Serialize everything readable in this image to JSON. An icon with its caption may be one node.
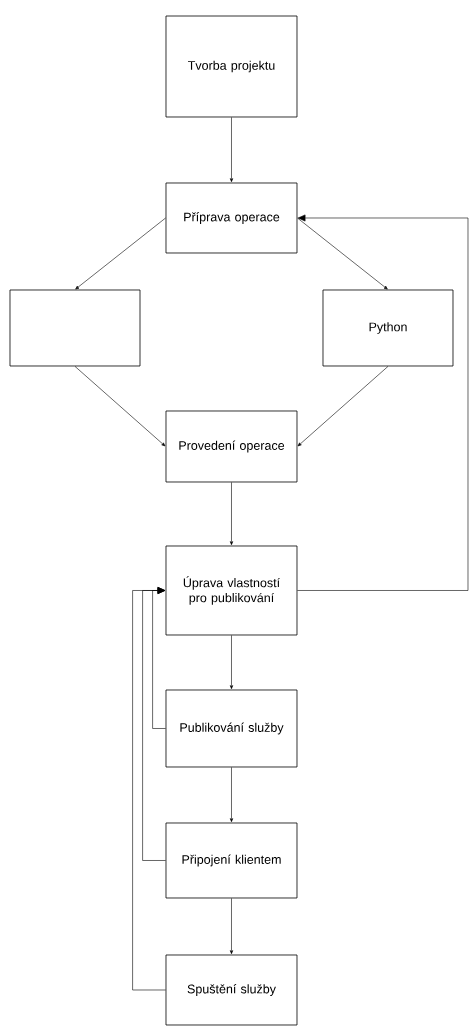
{
  "diagram": {
    "nodes": [
      {
        "text": [
          "Tvorba projektu"
        ]
      },
      {
        "text": [
          "Příprava operace"
        ]
      },
      {
        "text": [],
        "shape": "box"
      },
      {
        "text": [
          "Python"
        ]
      },
      {
        "text": [
          "Provedení operace"
        ]
      },
      {
        "text": [
          "Úprava vlastností pro publikování"
        ]
      },
      {
        "text": [
          "Publikování služby"
        ]
      },
      {
        "text": [
          "Připojení klientem"
        ]
      },
      {
        "text": [
          "Spuštění služby"
        ]
      }
    ],
    "edges": [
      {
        "from": 0,
        "to": 1,
        "arrow": "to"
      },
      {
        "from": 1,
        "to": 2,
        "arrow": "to"
      },
      {
        "from": 1,
        "to": 3,
        "arrow": "to"
      },
      {
        "from": 2,
        "to": 4,
        "arrow": "to"
      },
      {
        "from": 3,
        "to": 4,
        "arrow": "to"
      },
      {
        "from": 4,
        "to": 5,
        "arrow": "to"
      },
      {
        "from": 5,
        "to": 1,
        "arrow": "to"
      },
      {
        "from": 5,
        "to": 6,
        "arrow": "to"
      },
      {
        "from": 6,
        "to": 7,
        "arrow": "to"
      },
      {
        "from": 7,
        "to": 8,
        "arrow": "to"
      },
      {
        "from": 6,
        "to": 5,
        "arrow": "to"
      },
      {
        "from": 7,
        "to": 5,
        "arrow": "to"
      },
      {
        "from": 8,
        "to": 5,
        "arrow": "to"
      }
    ]
  }
}
